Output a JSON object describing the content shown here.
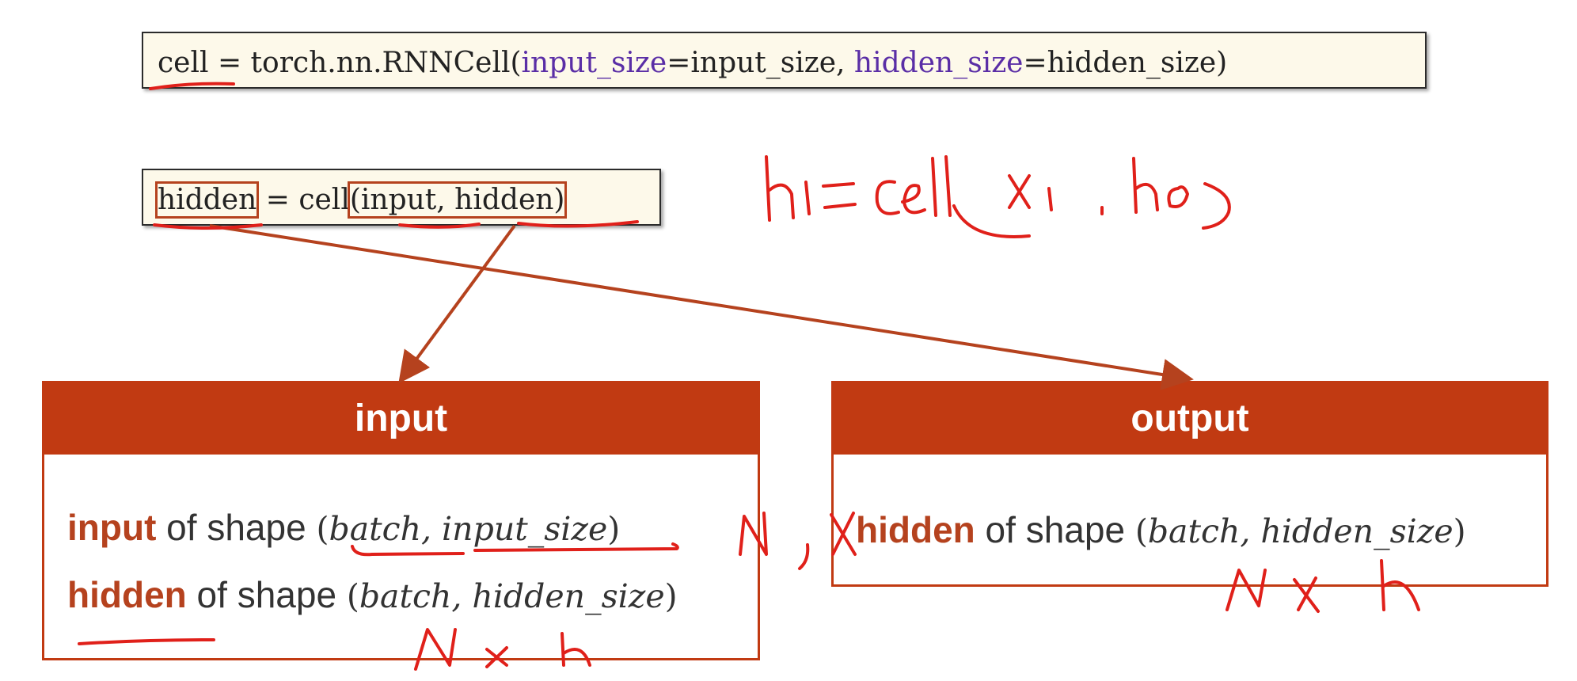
{
  "code_line1": {
    "lhs": "cell",
    "assign": " = torch.nn.RNNCell(",
    "kw1": "input_size",
    "eq1": "=input_size, ",
    "kw2": "hidden_size",
    "eq2": "=hidden_size)"
  },
  "code_line2": {
    "lhs": "hidden",
    "mid": " = cell",
    "args": "(input, hidden)"
  },
  "input_panel": {
    "title": "input",
    "row1_name": "input",
    "row1_text": " of shape ",
    "row1_shape": "batch, input_size",
    "row2_name": "hidden",
    "row2_text": " of shape ",
    "row2_shape": "batch, hidden_size"
  },
  "output_panel": {
    "title": "output",
    "row1_name": "hidden",
    "row1_text": " of shape ",
    "row1_shape": "batch, hidden_size"
  },
  "colors": {
    "accent": "#c13a12",
    "ink": "#e0201a",
    "keyword": "#5a2ea6"
  }
}
